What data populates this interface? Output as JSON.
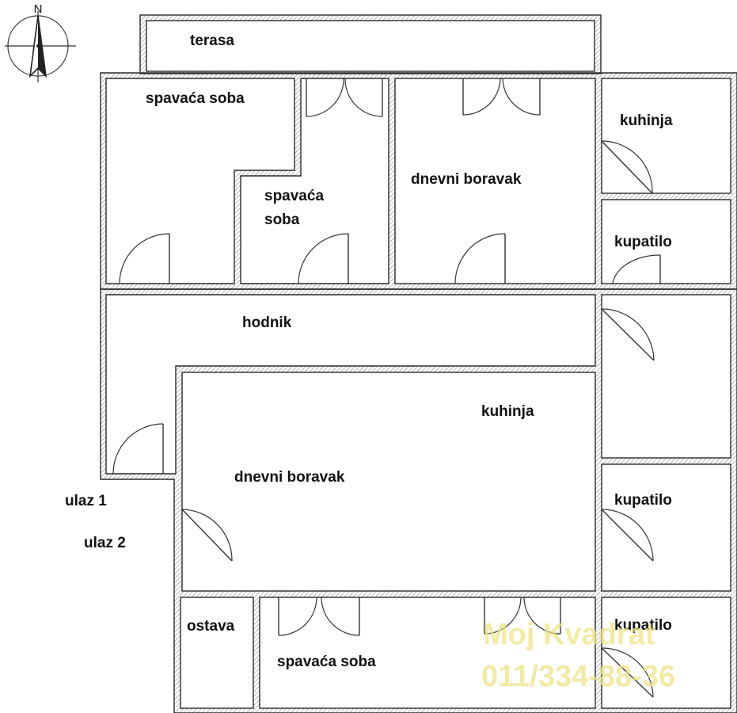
{
  "compass": {
    "north_label": "N"
  },
  "rooms": {
    "terasa": "terasa",
    "spavaca_soba_1": "spavaća soba",
    "spavaca_soba_2_line1": "spavaća",
    "spavaca_soba_2_line2": "soba",
    "dnevni_boravak_1": "dnevni boravak",
    "kuhinja_1": "kuhinja",
    "kupatilo_1": "kupatilo",
    "hodnik": "hodnik",
    "kuhinja_2": "kuhinja",
    "dnevni_boravak_2": "dnevni boravak",
    "kupatilo_2": "kupatilo",
    "kupatilo_3": "kupatilo",
    "ostava": "ostava",
    "spavaca_soba_3": "spavaća soba"
  },
  "entrances": {
    "ulaz_1": "ulaz 1",
    "ulaz_2": "ulaz 2"
  },
  "watermark": {
    "line1": "Moj Kvadrat",
    "line2": "011/334-88-36"
  },
  "colors": {
    "walls": "#2a2a2a",
    "watermark": "#efe38a",
    "background": "#ffffff"
  }
}
